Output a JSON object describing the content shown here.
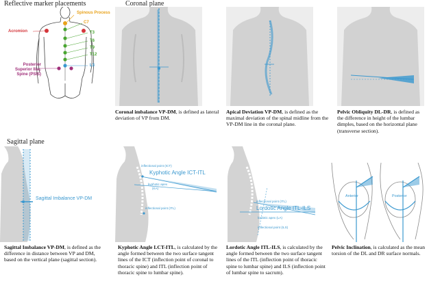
{
  "sections": {
    "marker_title": "Reflective marker placements",
    "coronal_title": "Coronal plane",
    "sagittal_title": "Sagittal plane"
  },
  "markers": {
    "spinous_process": "Spinous Process",
    "c7": "C7",
    "acromion": "Acromion",
    "t3": "T3",
    "t6": "T6",
    "t9": "T9",
    "t12": "T12",
    "psis_line1": "Posterior",
    "psis_line2": "Superior Iliac",
    "psis_line3": "Spine (PSIS)",
    "l3": "L3"
  },
  "panel_labels": {
    "sagittal_imbalance": "Sagittal Imbalance VP-DM",
    "kyphotic_angle": "Kyphotic Angle ICT-ITL",
    "kyphotic_ict": "inflectional point (ICT)",
    "kyphotic_apex_line1": "kyphotic apex",
    "kyphotic_apex_line2": "(KA)",
    "kyphotic_itl": "inflectional point (ITL)",
    "lordotic_angle": "Lordotic Angle ITL-ILS",
    "lordotic_itl": "inflectional point (ITL)",
    "lordotic_apex": "lordotic apex (LA)",
    "lordotic_ils": "inflectional point (ILS)",
    "anterior": "Anterior",
    "posterior": "Posterior"
  },
  "captions": {
    "coronal_imbalance": {
      "bold": "Coronal imbalance VP-DM",
      "text": ", is defined as lateral deviation of VP  from DM."
    },
    "apical_deviation": {
      "bold": "Apical Deviation VP-DM",
      "text": ", is defined as the maximal deviation of the spinal midline from the VP-DM line in the coronal plane."
    },
    "pelvic_obliquity": {
      "bold": "Pelvic Obliquity DL-DR",
      "text": ", is defined as the difference in height of the lumbar dimples, based on the horizontal plane (transverse section)."
    },
    "sagittal_imbalance": {
      "bold": "Sagittal Imbalance VP-DM",
      "text": ", is defined as the difference in distance between VP and DM, based on the vertical plane (sagittal section)."
    },
    "kyphotic_angle": {
      "bold": "Kyphotic Angle LCT-ITL",
      "text": ", is calculated by the angle formed between the two surface tangent lines of the ICT (inflection point of coronal to thoracic spine) and ITL (inflection point of thoracic spine to lumbar spine)."
    },
    "lordotic_angle": {
      "bold": "Lordotic Angle ITL-ILS",
      "text": ", is calculated by the angle formed between the two surface tangent lines of the ITL (inflection point of thoracic spine to lumbar spine) and ILS (inflection point of lumbar spine to sacrum)."
    },
    "pelvic_inclination": {
      "bold": "Pelvic Inclination",
      "text": ", is calculated as the mean torsion of the DL and DR surface normals."
    }
  },
  "colors": {
    "accent_blue": "#3a98cf",
    "acromion_red": "#d4363b",
    "psis_purple": "#a0307a",
    "spinous_orange": "#e8a21b",
    "marker_green": "#4aa531"
  }
}
